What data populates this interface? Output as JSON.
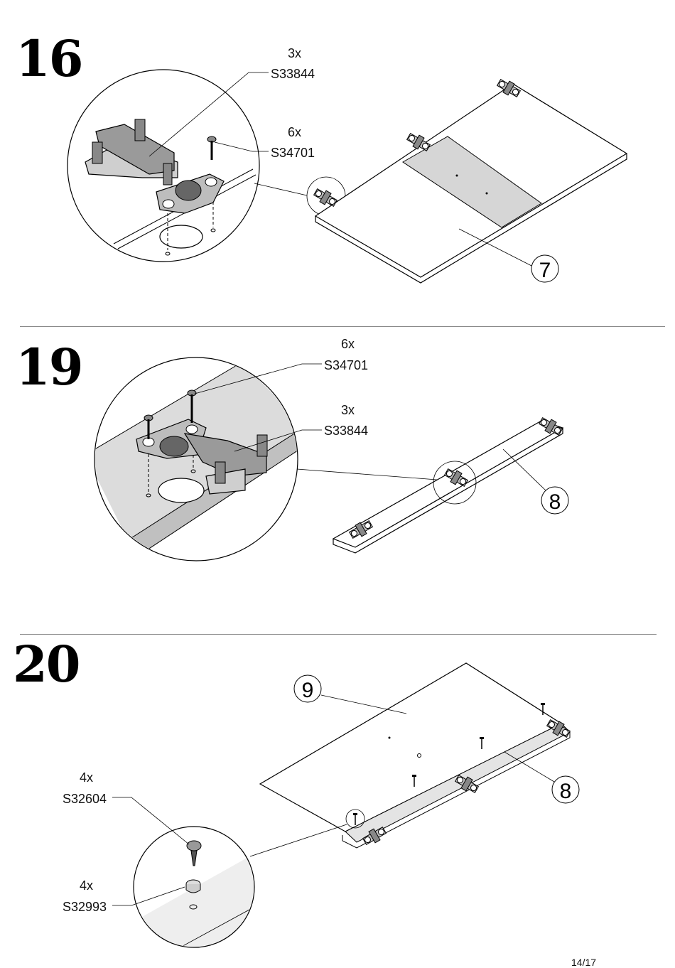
{
  "steps": [
    {
      "number": "16",
      "parts": [
        {
          "qty": "3x",
          "code": "S33844"
        },
        {
          "qty": "6x",
          "code": "S34701"
        }
      ],
      "panel": "7"
    },
    {
      "number": "19",
      "parts": [
        {
          "qty": "6x",
          "code": "S34701"
        },
        {
          "qty": "3x",
          "code": "S33844"
        }
      ],
      "panel": "8"
    },
    {
      "number": "20",
      "parts": [
        {
          "qty": "4x",
          "code": "S32604"
        },
        {
          "qty": "4x",
          "code": "S32993"
        }
      ],
      "panels": [
        "9",
        "8"
      ]
    }
  ],
  "icons": [
    "hinge-icon",
    "screw-icon",
    "cam-dowel-icon"
  ],
  "page": "14/17"
}
